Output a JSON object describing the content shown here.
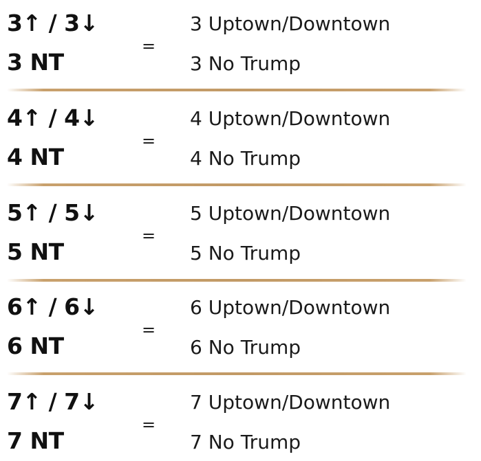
{
  "rows": [
    {
      "symbol_top": "3↑ / 3↓",
      "symbol_bottom": "3 NT",
      "equals": "=",
      "desc_top": "3 Uptown/Downtown",
      "desc_bottom": "3 No Trump"
    },
    {
      "symbol_top": "4↑ / 4↓",
      "symbol_bottom": "4 NT",
      "equals": "=",
      "desc_top": "4 Uptown/Downtown",
      "desc_bottom": "4 No Trump"
    },
    {
      "symbol_top": "5↑ / 5↓",
      "symbol_bottom": "5 NT",
      "equals": "=",
      "desc_top": "5 Uptown/Downtown",
      "desc_bottom": "5 No Trump"
    },
    {
      "symbol_top": "6↑ / 6↓",
      "symbol_bottom": "6 NT",
      "equals": "=",
      "desc_top": "6 Uptown/Downtown",
      "desc_bottom": "6 No Trump"
    },
    {
      "symbol_top": "7↑ / 7↓",
      "symbol_bottom": "7 NT",
      "equals": "=",
      "desc_top": "7 Uptown/Downtown",
      "desc_bottom": "7 No Trump"
    }
  ],
  "colors": {
    "text": "#111111",
    "divider": "#c29a66",
    "background": "#ffffff"
  }
}
